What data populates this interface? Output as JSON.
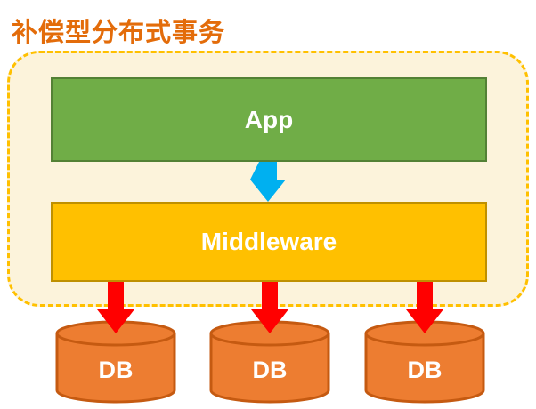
{
  "title": "补偿型分布式事务",
  "diagram": {
    "app_label": "App",
    "middleware_label": "Middleware",
    "db_labels": [
      "DB",
      "DB",
      "DB"
    ]
  },
  "colors": {
    "title_text": "#E36C0A",
    "container_background": "#FCF3DB",
    "container_border": "#FFC000",
    "app_box_fill": "#70AD47",
    "app_box_border": "#538135",
    "middleware_box_fill": "#FFC000",
    "middleware_box_border": "#BF9000",
    "app_to_middleware_arrow": "#00B0F0",
    "middleware_to_db_arrow": "#FF0000",
    "db_cylinder_fill": "#ED7D31",
    "db_cylinder_border": "#C55A11",
    "box_text": "#FFFFFF"
  }
}
